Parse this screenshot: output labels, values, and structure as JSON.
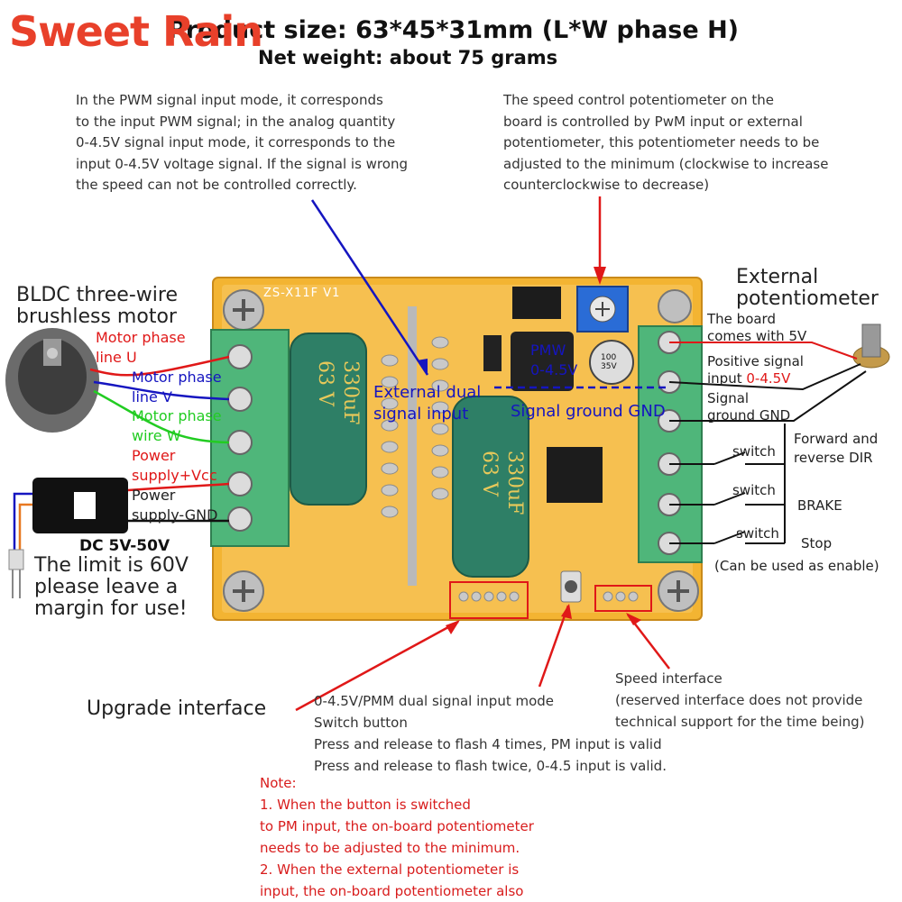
{
  "brand": "Sweet Rain",
  "header": {
    "size": "Product size: 63*45*31mm (L*W phase H)",
    "weight": "Net weight: about 75 grams"
  },
  "pwm_desc": [
    "In the PWM signal input mode, it corresponds",
    "to the input PWM signal; in the analog quantity",
    "0-4.5V signal input mode, it corresponds to the",
    "input 0-4.5V voltage signal. If the signal is wrong",
    "the speed can not be controlled correctly."
  ],
  "pot_desc": [
    "The speed control potentiometer on the",
    "board is controlled by PwM input or external",
    "potentiometer, this potentiometer needs to be",
    "adjusted to the minimum (clockwise to increase",
    "counterclockwise to decrease)"
  ],
  "motor": {
    "title": [
      "BLDC three-wire",
      "brushless motor"
    ],
    "phase_u": [
      "Motor phase",
      "line U"
    ],
    "phase_v": [
      "Motor phase",
      "line V"
    ],
    "phase_w": [
      "Motor phase",
      "wire W"
    ]
  },
  "power": {
    "vcc": [
      "Power",
      "supply+Vcc"
    ],
    "gnd": [
      "Power",
      "supply-GND"
    ],
    "adapter": "DC 5V-50V",
    "limit": [
      "The limit is 60V",
      "please leave a",
      "margin for use!"
    ]
  },
  "external_pot": {
    "title": [
      "External",
      "potentiometer"
    ],
    "five_v": [
      "The board",
      "comes with 5V"
    ],
    "signal": [
      "Positive signal",
      "input "
    ],
    "signal_range": "0-4.5V",
    "gnd": [
      "Signal",
      "ground GND"
    ]
  },
  "switches": {
    "label": "switch",
    "dir": [
      "Forward and",
      "reverse DIR"
    ],
    "brake": "BRAKE",
    "stop": "Stop",
    "enable_note": "(Can be used as enable)"
  },
  "board": {
    "ext_dual": [
      "External dual",
      "signal input"
    ],
    "sig_gnd": "Signal ground GND",
    "model": "ZS-X11F V1",
    "cap1": [
      "330uF",
      "63 V"
    ],
    "cap2": [
      "330uF",
      "63 V"
    ],
    "pmw": [
      "PMW",
      "0-4.5V"
    ],
    "small_cap": [
      "100",
      "35V"
    ]
  },
  "upgrade": "Upgrade interface",
  "mode_button": [
    "0-4.5V/PMM dual signal input mode",
    "Switch button",
    "Press and release to flash 4 times, PM input is valid",
    "Press and release to flash twice, 0-4.5 input is valid."
  ],
  "speed_iface": [
    "Speed interface",
    "(reserved interface does not provide",
    "technical support for the time being)"
  ],
  "note": [
    "Note:",
    "1. When the button is switched",
    "to PM input, the on-board potentiometer",
    "needs to be adjusted to the minimum.",
    "2. When the external potentiometer is",
    "input, the on-board potentiometer also"
  ]
}
